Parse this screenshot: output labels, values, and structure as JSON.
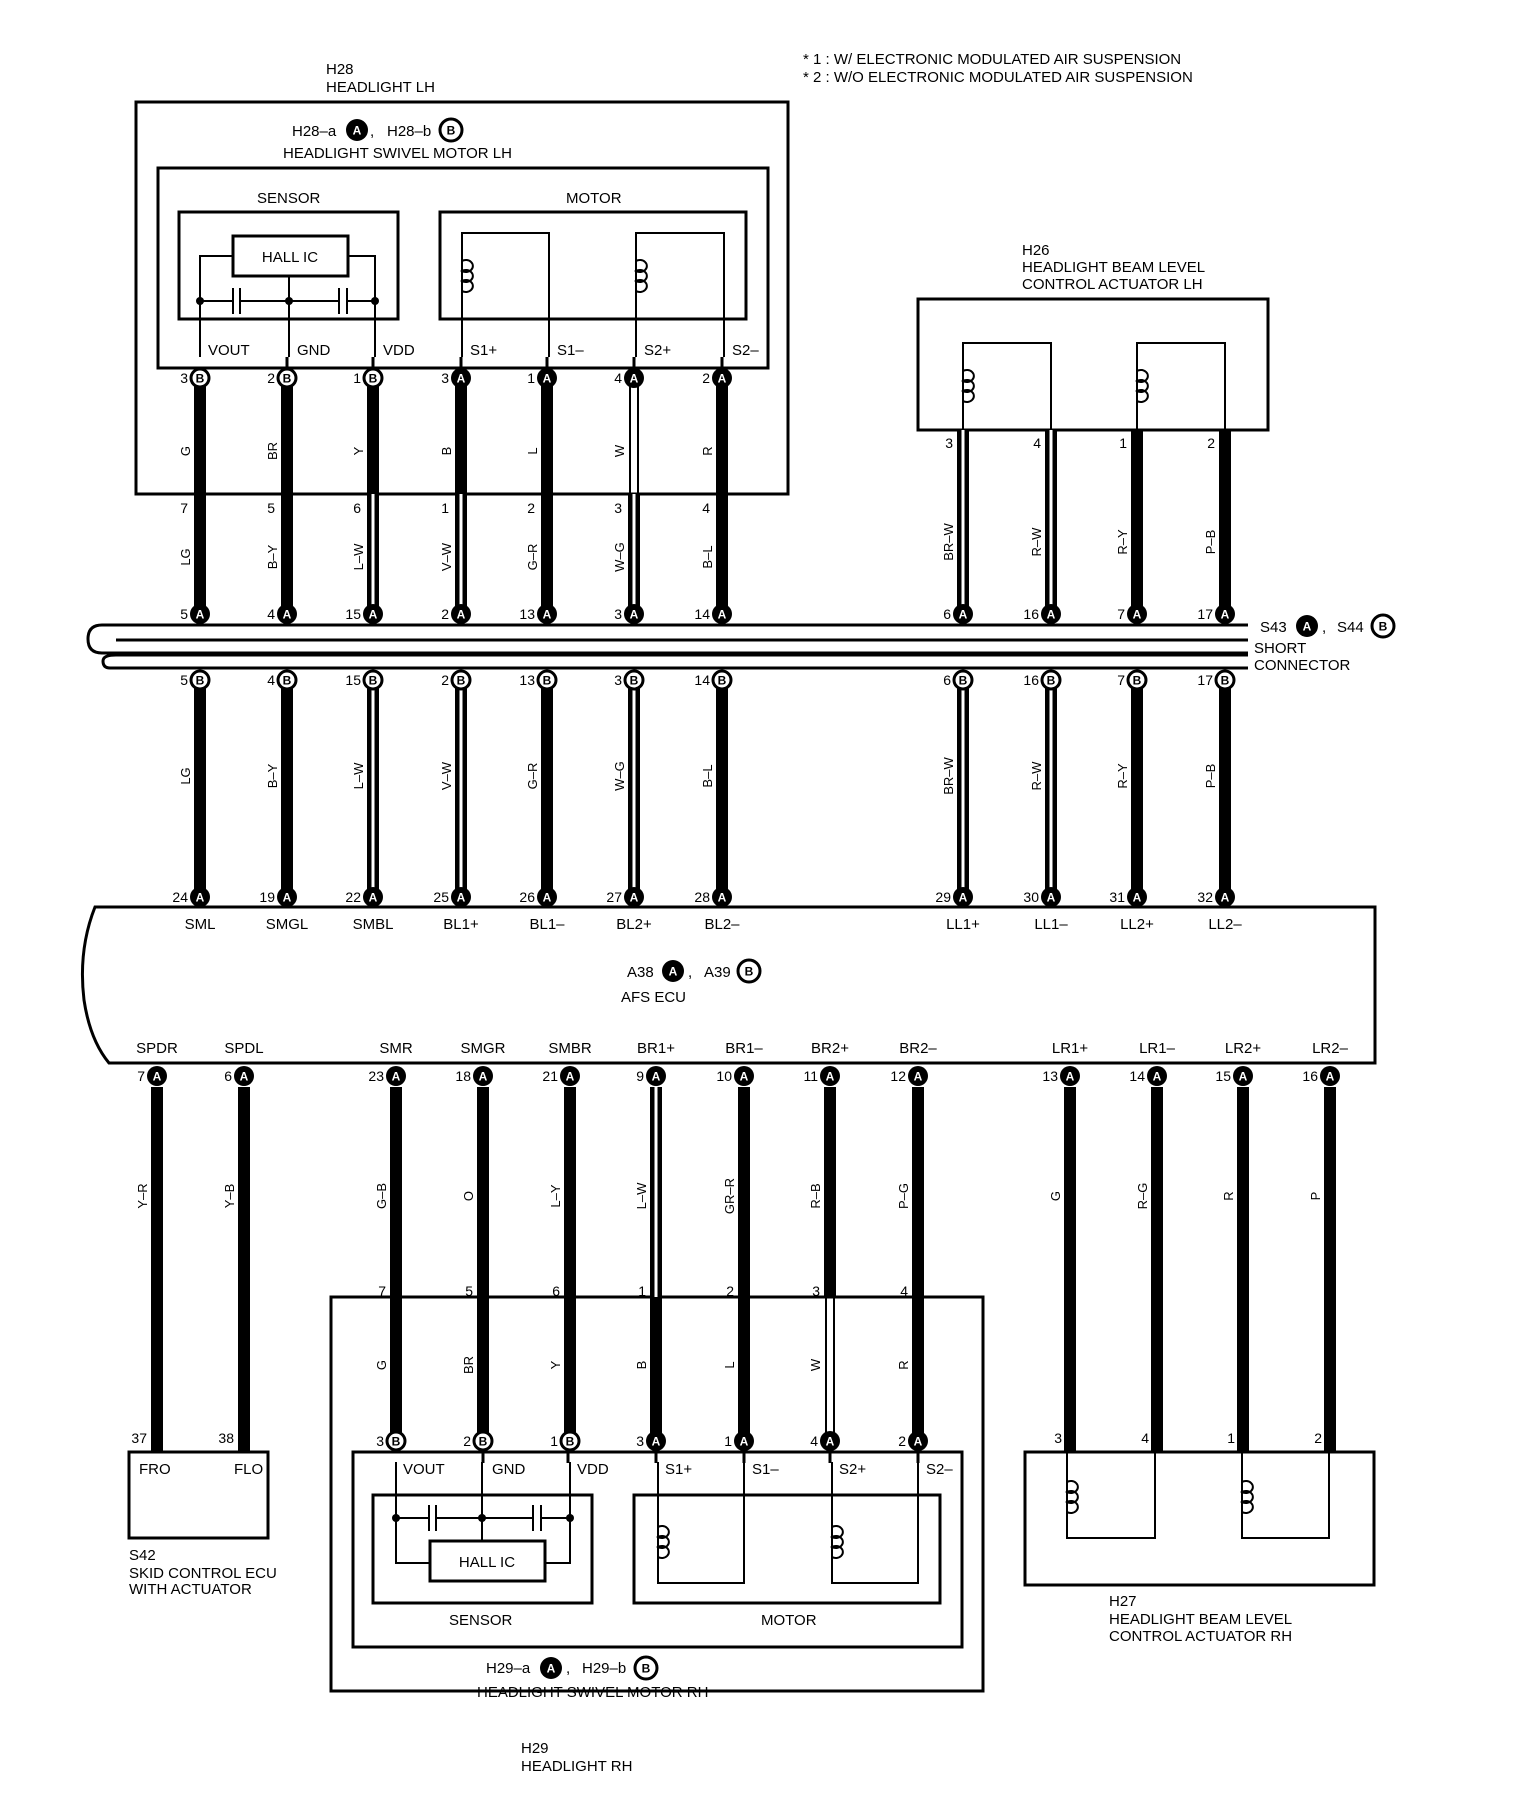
{
  "notes": [
    "* 1 : W/ ELECTRONIC MODULATED AIR SUSPENSION",
    "* 2 : W/O ELECTRONIC MODULATED AIR SUSPENSION"
  ],
  "h28": {
    "code": "H28",
    "name": "HEADLIGHT LH",
    "conn_a": "H28–a",
    "conn_b": "H28–b",
    "motor_name": "HEADLIGHT SWIVEL MOTOR LH",
    "sensor": "SENSOR",
    "motor": "MOTOR",
    "hall": "HALL IC",
    "terms": [
      "VOUT",
      "GND",
      "VDD",
      "S1+",
      "S1–",
      "S2+",
      "S2–"
    ]
  },
  "h26": {
    "code": "H26",
    "name1": "HEADLIGHT BEAM LEVEL",
    "name2": "CONTROL ACTUATOR LH"
  },
  "short": {
    "conn_a": "S43",
    "conn_b": "S44",
    "name1": "SHORT",
    "name2": "CONNECTOR"
  },
  "ecu": {
    "conn_a": "A38",
    "conn_b": "A39",
    "name": "AFS ECU",
    "top_terms": [
      "SML",
      "SMGL",
      "SMBL",
      "BL1+",
      "BL1–",
      "BL2+",
      "BL2–",
      "LL1+",
      "LL1–",
      "LL2+",
      "LL2–"
    ],
    "bottom_terms": [
      "SPDR",
      "SPDL",
      "SMR",
      "SMGR",
      "SMBR",
      "BR1+",
      "BR1–",
      "BR2+",
      "BR2–",
      "LR1+",
      "LR1–",
      "LR2+",
      "LR2–"
    ]
  },
  "s42": {
    "code": "S42",
    "name1": "SKID CONTROL ECU",
    "name2": "WITH ACTUATOR",
    "terms": [
      "FRO",
      "FLO"
    ]
  },
  "h29": {
    "code": "H29",
    "name": "HEADLIGHT RH",
    "conn_a": "H29–a",
    "conn_b": "H29–b",
    "motor_name": "HEADLIGHT SWIVEL MOTOR RH",
    "sensor": "SENSOR",
    "motor": "MOTOR",
    "hall": "HALL IC",
    "terms": [
      "VOUT",
      "GND",
      "VDD",
      "S1+",
      "S1–",
      "S2+",
      "S2–"
    ]
  },
  "h27": {
    "code": "H27",
    "name1": "HEADLIGHT BEAM LEVEL",
    "name2": "CONTROL ACTUATOR RH"
  },
  "upper_wires": [
    {
      "p1": "3",
      "c1": "B",
      "wa": "G",
      "p2": "7",
      "wb": "LG",
      "p3": "5",
      "cs": "A",
      "p4": "5",
      "cb": "B",
      "wc": "LG",
      "p5": "24",
      "ce": "A"
    },
    {
      "p1": "2",
      "c1": "B",
      "wa": "BR",
      "p2": "5",
      "wb": "B–Y",
      "p3": "4",
      "cs": "A",
      "p4": "4",
      "cb": "B",
      "wc": "B–Y",
      "p5": "19",
      "ce": "A"
    },
    {
      "p1": "1",
      "c1": "B",
      "wa": "Y",
      "p2": "6",
      "wb": "L–W",
      "p3": "15",
      "cs": "A",
      "p4": "15",
      "cb": "B",
      "wc": "L–W",
      "p5": "22",
      "ce": "A"
    },
    {
      "p1": "3",
      "c1": "A",
      "wa": "B",
      "p2": "1",
      "wb": "V–W",
      "p3": "2",
      "cs": "A",
      "p4": "2",
      "cb": "B",
      "wc": "V–W",
      "p5": "25",
      "ce": "A"
    },
    {
      "p1": "1",
      "c1": "A",
      "wa": "L",
      "p2": "2",
      "wb": "G–R",
      "p3": "13",
      "cs": "A",
      "p4": "13",
      "cb": "B",
      "wc": "G–R",
      "p5": "26",
      "ce": "A"
    },
    {
      "p1": "4",
      "c1": "A",
      "wa": "W",
      "p2": "3",
      "wb": "W–G",
      "p3": "3",
      "cs": "A",
      "p4": "3",
      "cb": "B",
      "wc": "W–G",
      "p5": "27",
      "ce": "A"
    },
    {
      "p1": "2",
      "c1": "A",
      "wa": "R",
      "p2": "4",
      "wb": "B–L",
      "p3": "14",
      "cs": "A",
      "p4": "14",
      "cb": "B",
      "wc": "B–L",
      "p5": "28",
      "ce": "A"
    }
  ],
  "level_wires": [
    {
      "p1": "3",
      "wb": "BR–W",
      "p3": "6",
      "cs": "A",
      "p4": "6",
      "cb": "B",
      "wc": "BR–W",
      "p5": "29",
      "ce": "A"
    },
    {
      "p1": "4",
      "wb": "R–W",
      "p3": "16",
      "cs": "A",
      "p4": "16",
      "cb": "B",
      "wc": "R–W",
      "p5": "30",
      "ce": "A"
    },
    {
      "p1": "1",
      "wb": "R–Y",
      "p3": "7",
      "cs": "A",
      "p4": "7",
      "cb": "B",
      "wc": "R–Y",
      "p5": "31",
      "ce": "A"
    },
    {
      "p1": "2",
      "wb": "P–B",
      "p3": "17",
      "cs": "A",
      "p4": "17",
      "cb": "B",
      "wc": "P–B",
      "p5": "32",
      "ce": "A"
    }
  ],
  "lower_wires": [
    {
      "p1": "7",
      "c1": "A",
      "w1": "Y–R",
      "p2": "37"
    },
    {
      "p1": "6",
      "c1": "A",
      "w1": "Y–B",
      "p2": "38"
    },
    {
      "p1": "23",
      "c1": "A",
      "w1": "G–B",
      "pj": "7",
      "w2": "G",
      "p2": "3",
      "c2": "B"
    },
    {
      "p1": "18",
      "c1": "A",
      "w1": "O",
      "pj": "5",
      "w2": "BR",
      "p2": "2",
      "c2": "B"
    },
    {
      "p1": "21",
      "c1": "A",
      "w1": "L–Y",
      "pj": "6",
      "w2": "Y",
      "p2": "1",
      "c2": "B"
    },
    {
      "p1": "9",
      "c1": "A",
      "w1": "L–W",
      "pj": "1",
      "w2": "B",
      "p2": "3",
      "c2": "A"
    },
    {
      "p1": "10",
      "c1": "A",
      "w1": "GR–R",
      "pj": "2",
      "w2": "L",
      "p2": "1",
      "c2": "A"
    },
    {
      "p1": "11",
      "c1": "A",
      "w1": "R–B",
      "pj": "3",
      "w2": "W",
      "p2": "4",
      "c2": "A"
    },
    {
      "p1": "12",
      "c1": "A",
      "w1": "P–G",
      "pj": "4",
      "w2": "R",
      "p2": "2",
      "c2": "A"
    },
    {
      "p1": "13",
      "c1": "A",
      "w1": "G",
      "p2": "3"
    },
    {
      "p1": "14",
      "c1": "A",
      "w1": "R–G",
      "p2": "4"
    },
    {
      "p1": "15",
      "c1": "A",
      "w1": "R",
      "p2": "1"
    },
    {
      "p1": "16",
      "c1": "A",
      "w1": "P",
      "p2": "2"
    }
  ]
}
